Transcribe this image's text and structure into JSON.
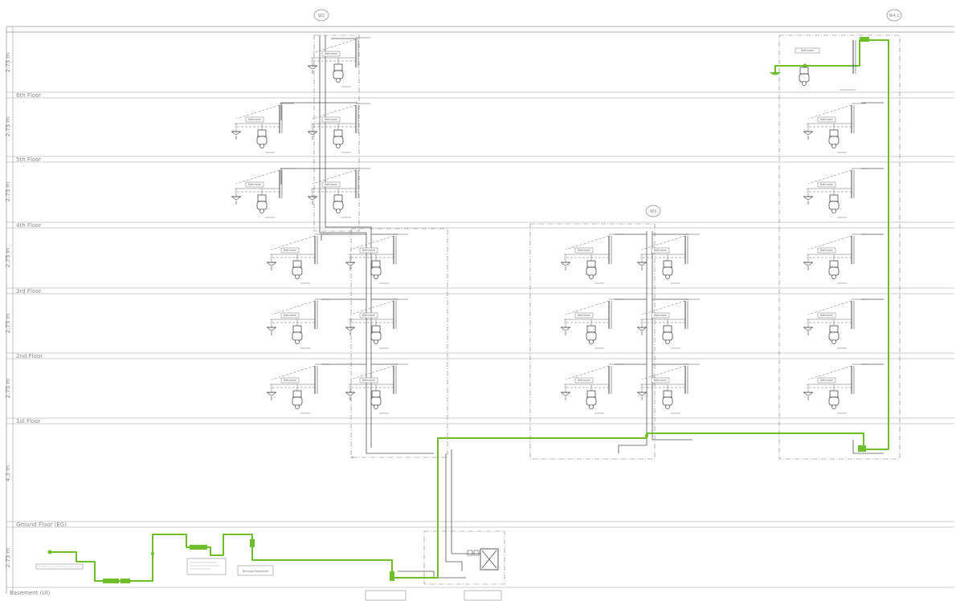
{
  "floor_labels": [
    "6th Floor",
    "5th Floor",
    "4th Floor",
    "3rd Floor",
    "2nd Floor",
    "1st Floor",
    "Ground Floor (EG)",
    "Basement (UI)"
  ],
  "height_labels": [
    "2.75 m",
    "2.75 m",
    "2.75 m",
    "2.75 m",
    "2.75 m",
    "2.75 m",
    "4.3 m",
    "2.75 m"
  ],
  "riser_labels": [
    "W2",
    "W3",
    "W4.1"
  ],
  "bathroom_label": "Bathroom",
  "equipment_label": "Technical Equipment",
  "colors": {
    "background": "#ffffff",
    "grid_line": "#9a9a9a",
    "pipe": "#555555",
    "fixture": "#333333",
    "highlight_pipe": "#6cbf2a"
  }
}
